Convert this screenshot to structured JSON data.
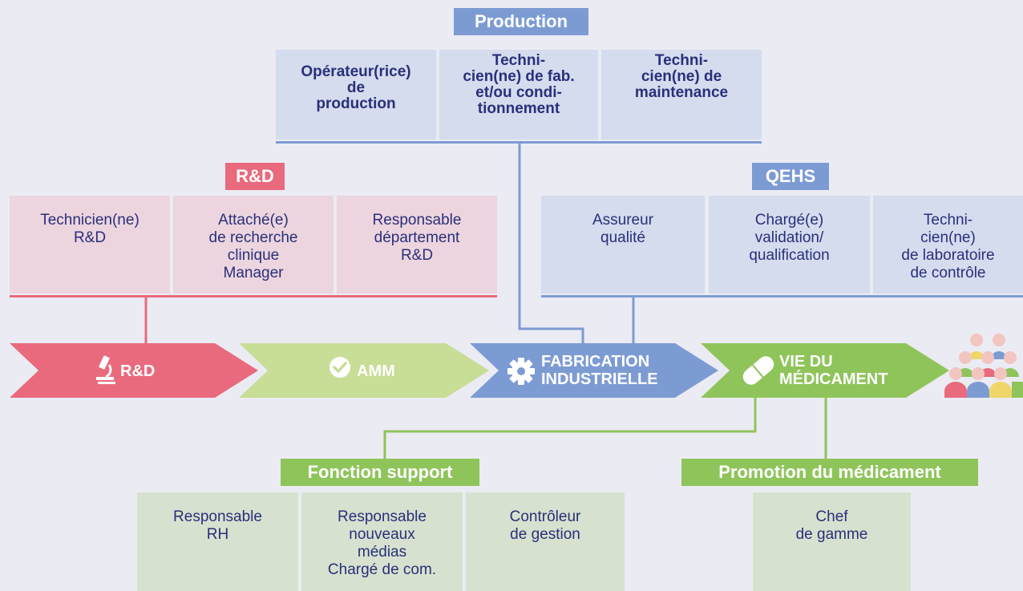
{
  "colors": {
    "production": "#7d9bd3",
    "rd": "#e96a7d",
    "qehs": "#7d9bd3",
    "green": "#8fc45a",
    "light_green": "#c8dd96",
    "blue_arrow": "#7d9bd3"
  },
  "production": {
    "tag": "Production",
    "boxes": [
      "Opérateur(rice)\nde\nproduction",
      "Techni-\ncien(ne) de fab.\net/ou condi-\ntionnement",
      "Techni-\ncien(ne) de\nmaintenance"
    ]
  },
  "rd": {
    "tag": "R&D",
    "boxes": [
      "Technicien(ne)\nR&D",
      "Attaché(e)\nde recherche\nclinique\nManager",
      "Responsable\ndépartement\nR&D"
    ]
  },
  "qehs": {
    "tag": "QEHS",
    "boxes": [
      "Assureur\nqualité",
      "Chargé(e)\nvalidation/\nqualification",
      "Techni-\ncien(ne)\nde laboratoire\nde contrôle"
    ]
  },
  "stages": {
    "rd": "R&D",
    "amm": "AMM",
    "fabrication": "FABRICATION\nINDUSTRIELLE",
    "vie": "VIE DU\nMÉDICAMENT"
  },
  "support": {
    "tag": "Fonction support",
    "boxes": [
      "Responsable\nRH",
      "Responsable\nnouveaux\nmédias\nChargé de com.",
      "Contrôleur\nde gestion"
    ]
  },
  "promotion": {
    "tag": "Promotion du médicament",
    "boxes": [
      "Chef\nde gamme"
    ]
  },
  "icons": [
    "microscope-icon",
    "check-circle-icon",
    "gear-icon",
    "pill-icon",
    "people-group-icon"
  ]
}
